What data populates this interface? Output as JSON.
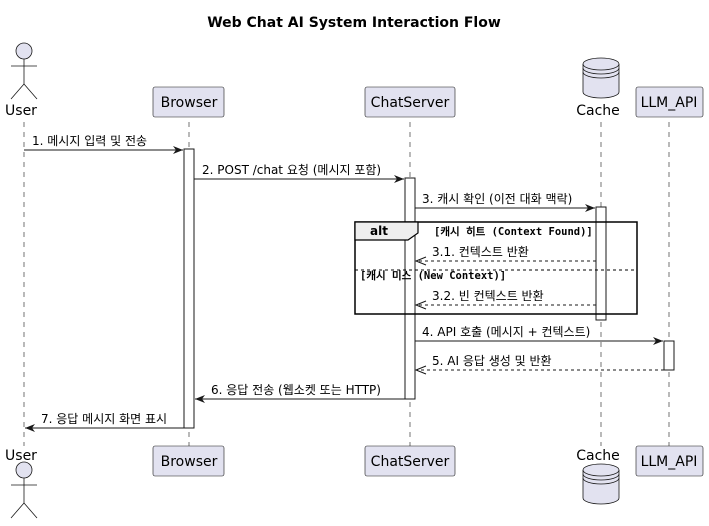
{
  "title": "Web Chat AI System Interaction Flow",
  "participants": {
    "user": {
      "label": "User",
      "kind": "actor-icon"
    },
    "browser": {
      "label": "Browser",
      "kind": "participant"
    },
    "chatserver": {
      "label": "ChatServer",
      "kind": "participant"
    },
    "cache": {
      "label": "Cache",
      "kind": "database-icon"
    },
    "llm": {
      "label": "LLM_API",
      "kind": "participant"
    }
  },
  "messages": [
    {
      "text": "1. 메시지 입력 및 전송",
      "from": "user",
      "to": "browser",
      "style": "solid"
    },
    {
      "text": "2. POST /chat 요청 (메시지 포함)",
      "from": "browser",
      "to": "chatserver",
      "style": "solid"
    },
    {
      "text": "3. 캐시 확인 (이전 대화 맥락)",
      "from": "chatserver",
      "to": "cache",
      "style": "solid"
    },
    {
      "text": "3.1. 컨텍스트 반환",
      "from": "cache",
      "to": "chatserver",
      "style": "dashed"
    },
    {
      "text": "3.2. 빈 컨텍스트 반환",
      "from": "cache",
      "to": "chatserver",
      "style": "dashed"
    },
    {
      "text": "4. API 호출 (메시지 + 컨텍스트)",
      "from": "chatserver",
      "to": "llm",
      "style": "solid"
    },
    {
      "text": "5. AI 응답 생성 및 반환",
      "from": "llm",
      "to": "chatserver",
      "style": "dashed"
    },
    {
      "text": "6. 응답 전송 (웹소켓 또는 HTTP)",
      "from": "chatserver",
      "to": "browser",
      "style": "solid"
    },
    {
      "text": "7. 응답 메시지 화면 표시",
      "from": "browser",
      "to": "user",
      "style": "solid"
    }
  ],
  "alt": {
    "keyword": "alt",
    "condition_1": "[캐시 히트 (Context Found)]",
    "condition_2": "[캐시 미스 (New Context)]"
  },
  "colors": {
    "participant_fill": "#E2E2F0",
    "line": "#181818",
    "background": "#FFFFFF"
  }
}
